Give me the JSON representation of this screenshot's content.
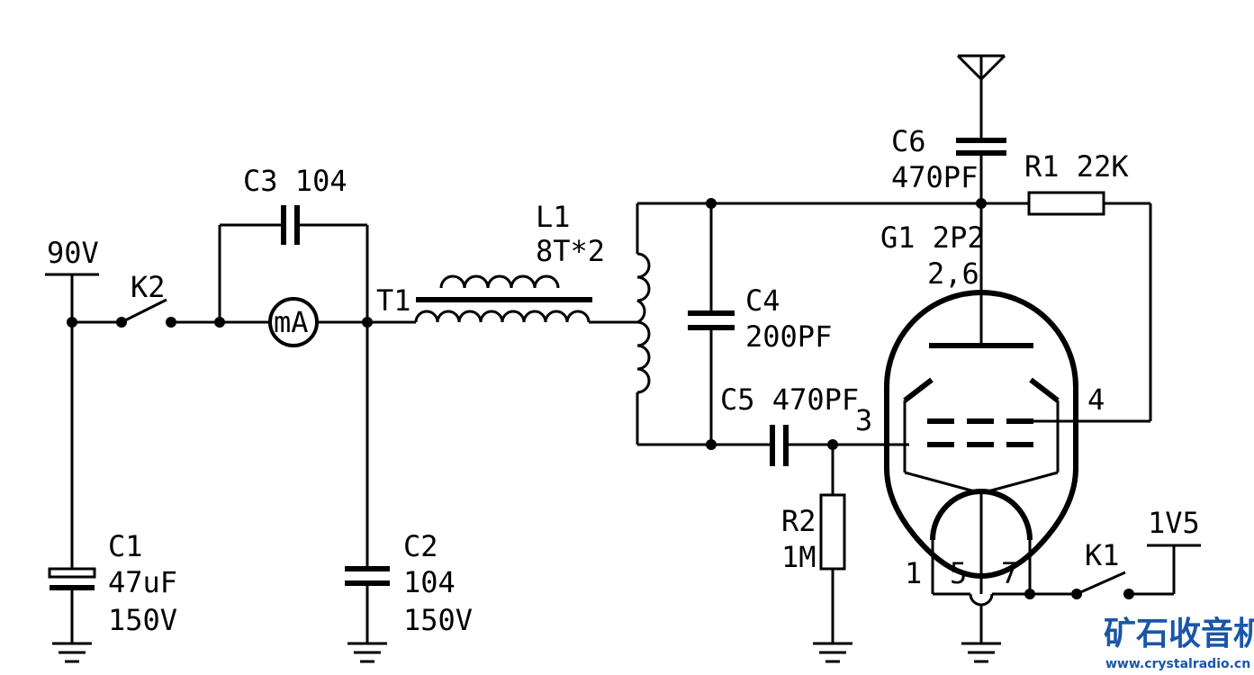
{
  "labels": {
    "v90": "90V",
    "k2": "K2",
    "c3": "C3 104",
    "ma": "mA",
    "t1": "T1",
    "l1_name": "L1",
    "l1_value": "8T*2",
    "c6_name": "C6",
    "c6_value": "470PF",
    "r1": "R1 22K",
    "g1_name": "G1 2P2",
    "g1_pins": "2,6",
    "c4_name": "C4",
    "c4_value": "200PF",
    "c5": "C5 470PF",
    "pin3": "3",
    "pin4": "4",
    "r2_name": "R2",
    "r2_value": "1M",
    "c1_name": "C1",
    "c1_value": "47uF",
    "c1_voltage": "150V",
    "c2_name": "C2",
    "c2_value": "104",
    "c2_voltage": "150V",
    "pin1": "1",
    "pin5": "5",
    "pin7": "7",
    "k1": "K1",
    "v1v5": "1V5"
  },
  "watermark": {
    "title": "矿石收音机",
    "url": "www.crystalradio.cn",
    "color": "#1a56a8"
  }
}
